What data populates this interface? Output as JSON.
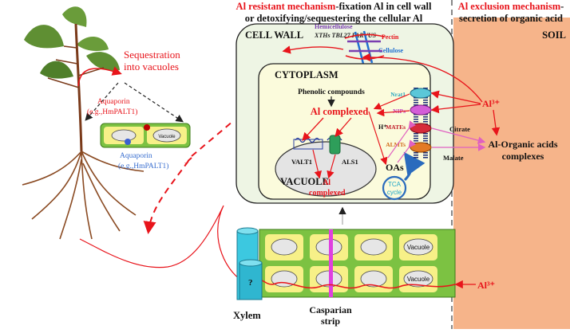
{
  "header": {
    "resistant_title": "Al resistant mechanism",
    "resistant_rest_1": "-fixation Al in cell wall",
    "resistant_line_2": "or detoxifying/sequestering the cellular Al",
    "exclusion_title": "Al exclusion mechanism",
    "exclusion_rest": "-",
    "exclusion_line_2": "secretion of organic acid"
  },
  "plant": {
    "sequestration_label_1": "Sequestration",
    "sequestration_label_2": "into vacuoles",
    "aquaporin_red_1": "Aquaporin",
    "aquaporin_red_2": "(e.g.,HmPALT1)",
    "aquaporin_blue_1": "Aquaporin",
    "aquaporin_blue_2": "(e.g.,HmPALT1)",
    "vacuole_small": "Vacuole"
  },
  "cell_wall": {
    "title": "CELL WALL",
    "hemicellulose": "Hemicellulose",
    "genes": "XTHs TBL27 PARVUS",
    "pectin": "Pectin",
    "cellulose": "Cellulose"
  },
  "cytoplasm": {
    "title": "CYTOPLASM",
    "phenolic": "Phenolic compounds",
    "al_complexed": "Al complexed",
    "valt1": "VALT1",
    "als1": "ALS1",
    "vacuole": "VACUOLE",
    "vacuole_al": "Al",
    "vacuole_complexed": "complexed",
    "oas": "OAs",
    "tca_1": "TCA",
    "tca_2": "cycle",
    "h_plus": "H⁺"
  },
  "transporters": {
    "nrat1": "Nrat1",
    "nips": "NIPs",
    "mates": "MATEs",
    "almts": "ALMTs"
  },
  "soil": {
    "title": "SOIL",
    "al3": "Al³⁺",
    "citrate": "Citrate",
    "malate": "Malate",
    "complexes_1": "Al-Organic acids",
    "complexes_2": "complexes"
  },
  "root_section": {
    "xylem": "Xylem",
    "casparian_1": "Casparian",
    "casparian_2": "strip",
    "vacuole": "Vacuole",
    "question": "?",
    "al3": "Al³⁺"
  },
  "colors": {
    "red": "#e8141b",
    "soil": "#f6b48a",
    "cell_wall_fill": "#eef5e4",
    "cell_green": "#7cc242",
    "cell_yellow": "#f7f088",
    "xylem_cyan": "#3cc8e0",
    "casparian_magenta": "#e040e0",
    "hemicellulose_purple": "#7a3fb0",
    "cellulose_blue": "#1f6fd1"
  }
}
